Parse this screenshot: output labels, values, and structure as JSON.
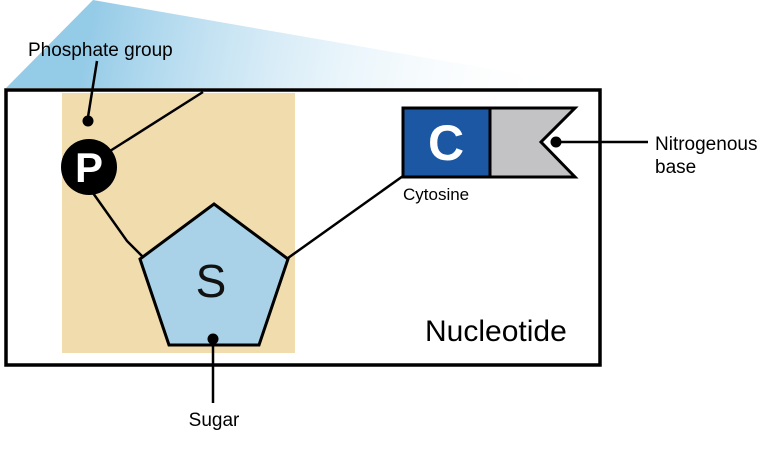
{
  "diagram": {
    "box_label": "Nucleotide",
    "highlight_color": "#f1dcae",
    "zoom_region": {
      "color_start": "#8fc8e6"
    },
    "phosphate": {
      "label": "Phosphate group",
      "symbol": "P",
      "color": "#000000"
    },
    "sugar": {
      "label": "Sugar",
      "symbol": "S",
      "color": "#a9d2e8"
    },
    "base": {
      "label_line1": "Nitrogenous",
      "label_line2": "base",
      "symbol": "C",
      "name": "Cytosine",
      "symbol_bg": "#1b57a2",
      "flag_color": "#c3c3c5"
    }
  }
}
